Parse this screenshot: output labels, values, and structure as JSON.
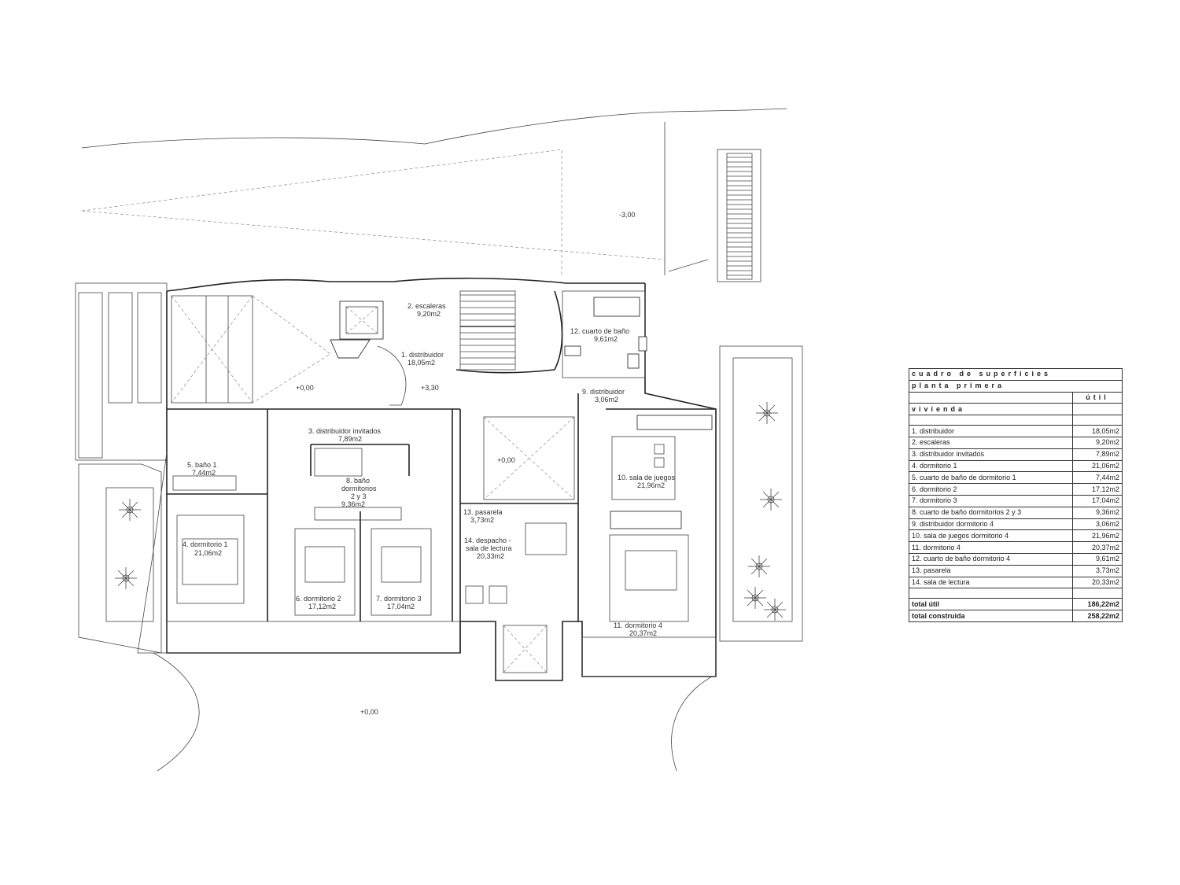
{
  "plan": {
    "levels": {
      "top": "-3,00",
      "stair_landing": "+3,30",
      "courtyard_left": "+0,00",
      "courtyard_center": "+0,00",
      "ground": "+0,00"
    },
    "rooms": {
      "r1": {
        "name": "1. distribuidor",
        "area": "18,05m2"
      },
      "r2": {
        "name": "2. escaleras",
        "area": "9,20m2"
      },
      "r3": {
        "name": "3. distribuidor invitados",
        "area": "7,89m2"
      },
      "r4": {
        "name": "4. dormitorio 1",
        "area": "21,06m2"
      },
      "r5": {
        "name": "5. baño 1",
        "area": "7,44m2"
      },
      "r6": {
        "name": "6. dormitorio 2",
        "area": "17,12m2"
      },
      "r7": {
        "name": "7. dormitorio 3",
        "area": "17,04m2"
      },
      "r8": {
        "name_l1": "8. baño",
        "name_l2": "dormitorios",
        "name_l3": "2 y 3",
        "area": "9,36m2"
      },
      "r9": {
        "name": "9. distribuidor",
        "area": "3,06m2"
      },
      "r10": {
        "name": "10. sala de juegos",
        "area": "21,96m2"
      },
      "r11": {
        "name": "11. dormitorio 4",
        "area": "20,37m2"
      },
      "r12": {
        "name": "12. cuarto de baño",
        "area": "9,61m2"
      },
      "r13": {
        "name": "13. pasarela",
        "area": "3,73m2"
      },
      "r14": {
        "name_l1": "14. despacho -",
        "name_l2": "sala de lectura",
        "area": "20,33m2"
      }
    }
  },
  "table": {
    "title1": "cuadro de superficies",
    "title2": "planta primera",
    "col_header": "útil",
    "section": "vivienda",
    "rows": [
      {
        "label": "1. distribuidor",
        "value": "18,05m2"
      },
      {
        "label": "2. escaleras",
        "value": "9,20m2"
      },
      {
        "label": "3. distribuidor invitados",
        "value": "7,89m2"
      },
      {
        "label": "4. dormitorio 1",
        "value": "21,06m2"
      },
      {
        "label": "5. cuarto de baño de dormitorio 1",
        "value": "7,44m2"
      },
      {
        "label": "6. dormitorio 2",
        "value": "17,12m2"
      },
      {
        "label": "7. dormitorio 3",
        "value": "17,04m2"
      },
      {
        "label": "8. cuarto de baño dormitorios 2 y 3",
        "value": "9,36m2"
      },
      {
        "label": "9. distribuidor dormitorio 4",
        "value": "3,06m2"
      },
      {
        "label": "10. sala de juegos dormitorio 4",
        "value": "21,96m2"
      },
      {
        "label": "11. dormitorio 4",
        "value": "20,37m2"
      },
      {
        "label": "12. cuarto de baño dormitorio 4",
        "value": "9,61m2"
      },
      {
        "label": "13. pasarela",
        "value": "3,73m2"
      },
      {
        "label": "14. sala de lectura",
        "value": "20,33m2"
      }
    ],
    "total_util": {
      "label": "total útil",
      "value": "186,22m2"
    },
    "total_construida": {
      "label": "total construida",
      "value": "258,22m2"
    }
  }
}
